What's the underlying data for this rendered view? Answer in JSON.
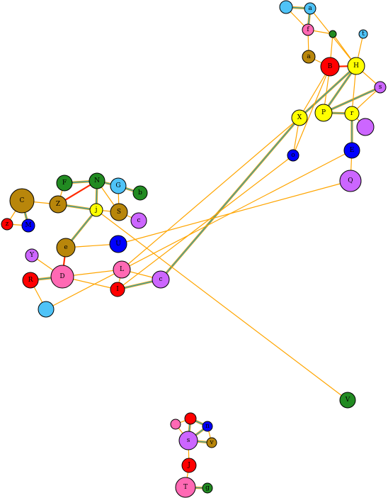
{
  "nodes": [
    {
      "id": "tl1",
      "label": "",
      "color": "#4fc3f7"
    },
    {
      "id": "tl2",
      "label": "a",
      "color": "#4fc3f7"
    },
    {
      "id": "tl3",
      "label": "f",
      "color": "#ff69b4"
    },
    {
      "id": "g1",
      "label": "",
      "color": "#228b22"
    },
    {
      "id": "t",
      "label": "t",
      "color": "#4fc3f7"
    },
    {
      "id": "a",
      "label": "a",
      "color": "#b8860b"
    },
    {
      "id": "B",
      "label": "B",
      "color": "#ff0000"
    },
    {
      "id": "H",
      "label": "H",
      "color": "#ffff00"
    },
    {
      "id": "s1",
      "label": "s",
      "color": "#cc66ff"
    },
    {
      "id": "P",
      "label": "P",
      "color": "#ffff00"
    },
    {
      "id": "r",
      "label": "r",
      "color": "#ffff00"
    },
    {
      "id": "X",
      "label": "X",
      "color": "#ffff00"
    },
    {
      "id": "pur2",
      "label": "",
      "color": "#cc66ff"
    },
    {
      "id": "E",
      "label": "E",
      "color": "#0000ff"
    },
    {
      "id": "o",
      "label": "o",
      "color": "#0000ff"
    },
    {
      "id": "Q",
      "label": "Q",
      "color": "#cc66ff"
    },
    {
      "id": "C",
      "label": "C",
      "color": "#b8860b"
    },
    {
      "id": "z",
      "label": "z",
      "color": "#ff0000"
    },
    {
      "id": "M",
      "label": "M",
      "color": "#0000ff"
    },
    {
      "id": "F",
      "label": "F",
      "color": "#228b22"
    },
    {
      "id": "N",
      "label": "N",
      "color": "#228b22"
    },
    {
      "id": "G",
      "label": "G",
      "color": "#4fc3f7"
    },
    {
      "id": "b",
      "label": "b",
      "color": "#228b22"
    },
    {
      "id": "Z",
      "label": "Z",
      "color": "#b8860b"
    },
    {
      "id": "j",
      "label": "j",
      "color": "#ffff00"
    },
    {
      "id": "S",
      "label": "S",
      "color": "#b8860b"
    },
    {
      "id": "c1",
      "label": "c",
      "color": "#cc66ff"
    },
    {
      "id": "e",
      "label": "e",
      "color": "#b8860b"
    },
    {
      "id": "U",
      "label": "U",
      "color": "#0000ff"
    },
    {
      "id": "Y",
      "label": "Y",
      "color": "#cc66ff"
    },
    {
      "id": "D",
      "label": "D",
      "color": "#ff69b4"
    },
    {
      "id": "R",
      "label": "R",
      "color": "#ff0000"
    },
    {
      "id": "L",
      "label": "L",
      "color": "#ff69b4"
    },
    {
      "id": "I",
      "label": "I",
      "color": "#ff0000"
    },
    {
      "id": "c2",
      "label": "c",
      "color": "#cc66ff"
    },
    {
      "id": "cy",
      "label": "",
      "color": "#4fc3f7"
    },
    {
      "id": "V",
      "label": "V",
      "color": "#228b22"
    },
    {
      "id": "bp",
      "label": "",
      "color": "#ff69b4"
    },
    {
      "id": "br",
      "label": "",
      "color": "#ff0000"
    },
    {
      "id": "bb",
      "label": "n",
      "color": "#0000ff"
    },
    {
      "id": "bs",
      "label": "s",
      "color": "#cc66ff"
    },
    {
      "id": "bv",
      "label": "v",
      "color": "#b8860b"
    },
    {
      "id": "J",
      "label": "J",
      "color": "#ff0000"
    },
    {
      "id": "T",
      "label": "T",
      "color": "#ff69b4"
    },
    {
      "id": "bg",
      "label": "g",
      "color": "#228b22"
    }
  ],
  "edges": [
    {
      "source": "tl1",
      "target": "tl2",
      "kind": "teal"
    },
    {
      "source": "tl2",
      "target": "tl3",
      "kind": "teal"
    },
    {
      "source": "tl1",
      "target": "tl3",
      "kind": "orange"
    },
    {
      "source": "tl3",
      "target": "g1",
      "kind": "orange"
    },
    {
      "source": "tl3",
      "target": "a",
      "kind": "orange"
    },
    {
      "source": "tl2",
      "target": "H",
      "kind": "orange"
    },
    {
      "source": "g1",
      "target": "B",
      "kind": "orange"
    },
    {
      "source": "g1",
      "target": "H",
      "kind": "orange"
    },
    {
      "source": "t",
      "target": "H",
      "kind": "orange"
    },
    {
      "source": "a",
      "target": "B",
      "kind": "orange"
    },
    {
      "source": "B",
      "target": "H",
      "kind": "red"
    },
    {
      "source": "H",
      "target": "s1",
      "kind": "orange"
    },
    {
      "source": "B",
      "target": "P",
      "kind": "orange"
    },
    {
      "source": "H",
      "target": "P",
      "kind": "teal"
    },
    {
      "source": "H",
      "target": "X",
      "kind": "teal"
    },
    {
      "source": "s1",
      "target": "P",
      "kind": "teal"
    },
    {
      "source": "P",
      "target": "r",
      "kind": "teal"
    },
    {
      "source": "r",
      "target": "pur2",
      "kind": "orange"
    },
    {
      "source": "s1",
      "target": "r",
      "kind": "orange"
    },
    {
      "source": "H",
      "target": "r",
      "kind": "orange"
    },
    {
      "source": "r",
      "target": "E",
      "kind": "teal"
    },
    {
      "source": "E",
      "target": "Q",
      "kind": "orange"
    },
    {
      "source": "B",
      "target": "X",
      "kind": "orange"
    },
    {
      "source": "X",
      "target": "o",
      "kind": "orange"
    },
    {
      "source": "X",
      "target": "c2",
      "kind": "teal"
    },
    {
      "source": "B",
      "target": "o",
      "kind": "orange"
    },
    {
      "source": "C",
      "target": "z",
      "kind": "orange"
    },
    {
      "source": "C",
      "target": "M",
      "kind": "teal"
    },
    {
      "source": "z",
      "target": "M",
      "kind": "orange"
    },
    {
      "source": "C",
      "target": "Z",
      "kind": "orange"
    },
    {
      "source": "F",
      "target": "N",
      "kind": "teal"
    },
    {
      "source": "F",
      "target": "Z",
      "kind": "orange"
    },
    {
      "source": "Z",
      "target": "N",
      "kind": "red"
    },
    {
      "source": "Z",
      "target": "j",
      "kind": "teal"
    },
    {
      "source": "N",
      "target": "G",
      "kind": "teal"
    },
    {
      "source": "N",
      "target": "j",
      "kind": "teal"
    },
    {
      "source": "N",
      "target": "S",
      "kind": "orange"
    },
    {
      "source": "G",
      "target": "b",
      "kind": "teal"
    },
    {
      "source": "G",
      "target": "S",
      "kind": "orange"
    },
    {
      "source": "j",
      "target": "S",
      "kind": "orange"
    },
    {
      "source": "S",
      "target": "c1",
      "kind": "orange"
    },
    {
      "source": "j",
      "target": "e",
      "kind": "teal"
    },
    {
      "source": "j",
      "target": "V",
      "kind": "orange"
    },
    {
      "source": "e",
      "target": "U",
      "kind": "orange"
    },
    {
      "source": "e",
      "target": "D",
      "kind": "red"
    },
    {
      "source": "Y",
      "target": "D",
      "kind": "orange"
    },
    {
      "source": "R",
      "target": "D",
      "kind": "teal"
    },
    {
      "source": "R",
      "target": "cy",
      "kind": "orange"
    },
    {
      "source": "D",
      "target": "L",
      "kind": "orange"
    },
    {
      "source": "D",
      "target": "I",
      "kind": "orange"
    },
    {
      "source": "L",
      "target": "I",
      "kind": "orange"
    },
    {
      "source": "L",
      "target": "c2",
      "kind": "orange"
    },
    {
      "source": "I",
      "target": "c2",
      "kind": "teal"
    },
    {
      "source": "U",
      "target": "Q",
      "kind": "orange"
    },
    {
      "source": "cy",
      "target": "E",
      "kind": "orange"
    },
    {
      "source": "I",
      "target": "o",
      "kind": "orange"
    },
    {
      "source": "L",
      "target": "X",
      "kind": "orange"
    },
    {
      "source": "bp",
      "target": "br",
      "kind": "orange"
    },
    {
      "source": "bp",
      "target": "bs",
      "kind": "orange"
    },
    {
      "source": "br",
      "target": "bb",
      "kind": "teal"
    },
    {
      "source": "br",
      "target": "bs",
      "kind": "teal"
    },
    {
      "source": "bb",
      "target": "bs",
      "kind": "teal"
    },
    {
      "source": "bb",
      "target": "bv",
      "kind": "orange"
    },
    {
      "source": "bs",
      "target": "bv",
      "kind": "teal"
    },
    {
      "source": "bs",
      "target": "J",
      "kind": "orange"
    },
    {
      "source": "J",
      "target": "T",
      "kind": "orange"
    },
    {
      "source": "T",
      "target": "bg",
      "kind": "teal"
    }
  ],
  "edge_colors": {
    "orange": "#ffa500",
    "teal": "#3aa0a8",
    "red": "#ff2a00",
    "node_stroke": "#000000"
  }
}
